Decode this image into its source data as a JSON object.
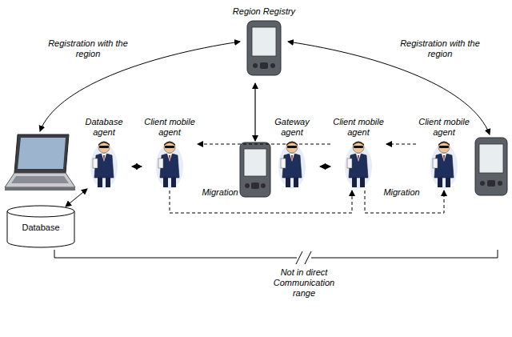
{
  "diagram": {
    "nodes": [
      {
        "text": [
          "Region Registry"
        ]
      },
      {
        "text": [
          "Database agent"
        ]
      },
      {
        "text": [
          "Client mobile agent"
        ]
      },
      {
        "text": [
          "Gateway agent"
        ]
      },
      {
        "text": [
          "Client mobile agent"
        ]
      },
      {
        "text": [
          "Client mobile agent"
        ]
      },
      {
        "text": [
          "Database"
        ]
      }
    ],
    "edges": [
      {
        "from": 6,
        "to": 1,
        "arrow": "both"
      },
      {
        "from": 1,
        "to": 2,
        "arrow": "both"
      },
      {
        "from": 4,
        "to": 2,
        "arrow": "to"
      },
      {
        "from": 2,
        "to": 4,
        "arrow": "to"
      },
      {
        "from": 3,
        "to": 4,
        "arrow": "both"
      },
      {
        "from": 5,
        "to": 4,
        "arrow": "to"
      },
      {
        "from": 4,
        "to": 5,
        "arrow": "to"
      }
    ],
    "labels": [
      "Registration with the region",
      "Registration with the region",
      "Migration",
      "Migration",
      "Not in direct Communication range"
    ]
  }
}
